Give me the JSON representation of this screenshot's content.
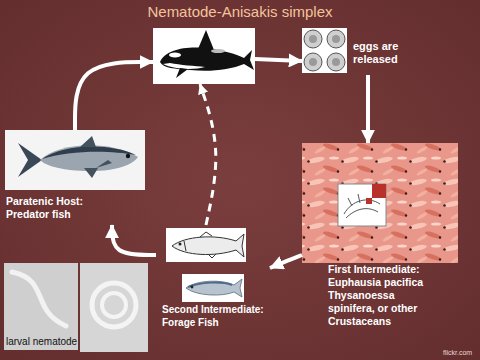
{
  "diagram": {
    "title": "Nematode-Anisakis simplex",
    "nodes": [
      {
        "text": []
      },
      {
        "text": [
          "eggs are released"
        ]
      },
      {
        "text": [
          "First Intermediate:",
          "Euphausia pacifica Thysanoessa spinifera, or other Crustaceans"
        ]
      },
      {
        "text": [
          "Second Intermediate:",
          "Forage Fish"
        ]
      },
      {
        "text": [
          "Paratenic Host:",
          "Predator fish"
        ]
      }
    ],
    "edges": [
      {
        "from": 0,
        "to": 1,
        "arrow": "to"
      },
      {
        "from": 1,
        "to": 2,
        "arrow": "to"
      },
      {
        "from": 2,
        "to": 3,
        "arrow": "to"
      },
      {
        "from": 3,
        "to": 4,
        "arrow": "to"
      },
      {
        "from": 4,
        "to": 0,
        "arrow": "to"
      },
      {
        "from": 3,
        "to": 0,
        "arrow": "to"
      }
    ],
    "labels": [
      "larval nematode",
      "flickr.com"
    ]
  }
}
